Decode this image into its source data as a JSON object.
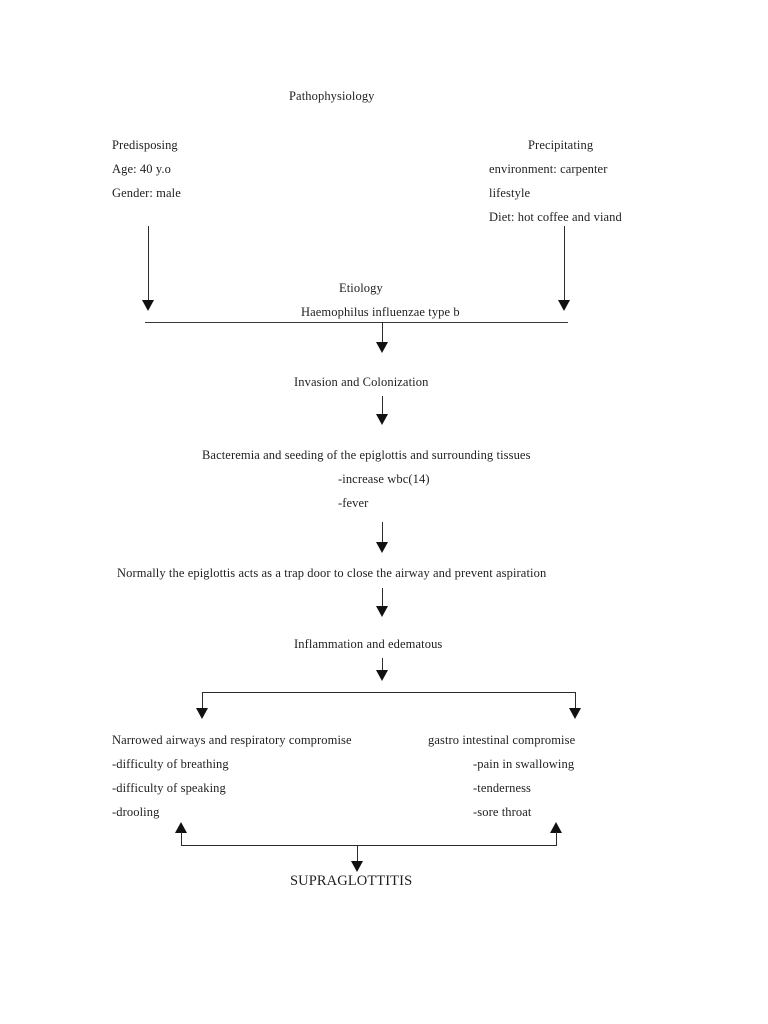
{
  "document": {
    "title": "Pathophysiology",
    "background_color": "#ffffff",
    "text_color": "#1f1f1f",
    "line_color": "#2b2b2b"
  },
  "columns": {
    "predisposing": {
      "heading": "Predisposing",
      "items": [
        "Age: 40 y.o",
        "Gender: male"
      ]
    },
    "precipitating": {
      "heading": "Precipitating",
      "items": [
        "environment: carpenter",
        "lifestyle",
        "Diet: hot coffee and viand"
      ]
    }
  },
  "stages": {
    "etiology": {
      "heading": "Etiology",
      "organism": "Haemophilus influenzae type b"
    },
    "invasion": {
      "label": "Invasion and Colonization"
    },
    "bacteremia": {
      "label": "Bacteremia and seeding of the epiglottis and surrounding tissues",
      "items": [
        "-increase wbc(14)",
        "-fever"
      ]
    },
    "normal_function": {
      "label": "Normally the epiglottis acts as a trap door to close the airway and prevent aspiration"
    },
    "inflammation": {
      "label": "Inflammation and edematous"
    }
  },
  "branches": {
    "respiratory": {
      "heading": "Narrowed airways and respiratory compromise",
      "items": [
        "-difficulty of breathing",
        "-difficulty of speaking",
        "-drooling"
      ]
    },
    "gastrointestinal": {
      "heading": "gastro intestinal compromise",
      "items": [
        "-pain in swallowing",
        "-tenderness",
        "-sore throat"
      ]
    }
  },
  "outcome": {
    "label": "SUPRAGLOTTITIS"
  }
}
